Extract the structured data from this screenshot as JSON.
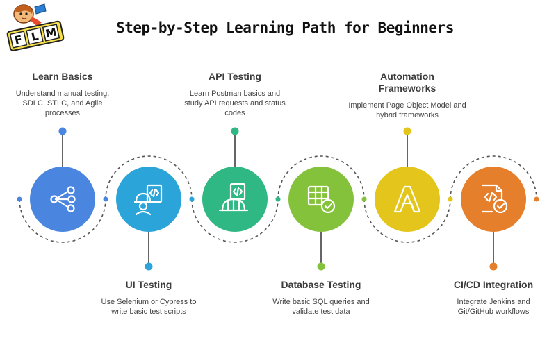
{
  "header": {
    "title": "Step-by-Step Learning Path for Beginners",
    "logo_text": "FLM"
  },
  "steps": [
    {
      "title": "Learn Basics",
      "description": "Understand manual testing, SDLC, STLC, and Agile processes",
      "icon": "share-network-icon",
      "color": "#4a86e0"
    },
    {
      "title": "UI Testing",
      "description": "Use Selenium or Cypress to write basic test scripts",
      "icon": "developer-code-icon",
      "color": "#2ba4d9"
    },
    {
      "title": "API Testing",
      "description": "Learn Postman basics and study API requests and status codes",
      "icon": "hardhat-code-icon",
      "color": "#2fb884"
    },
    {
      "title": "Database Testing",
      "description": "Write basic SQL queries and validate test data",
      "icon": "table-check-icon",
      "color": "#84c23c"
    },
    {
      "title": "Automation Frameworks",
      "description": "Implement Page Object Model and hybrid frameworks",
      "icon": "framework-a-icon",
      "color": "#e3c51b"
    },
    {
      "title": "CI/CD Integration",
      "description": "Integrate Jenkins and Git/GitHub workflows",
      "icon": "code-file-check-icon",
      "color": "#e57f2b"
    }
  ]
}
